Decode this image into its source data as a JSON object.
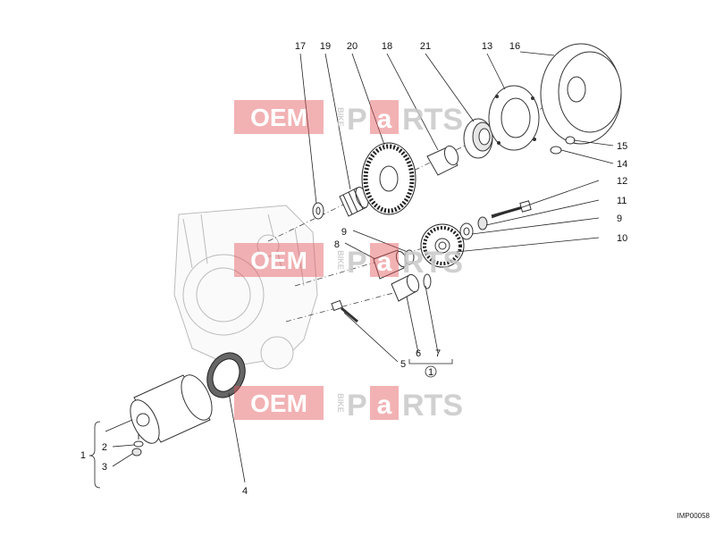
{
  "callouts": {
    "c17": "17",
    "c19": "19",
    "c20": "20",
    "c18": "18",
    "c21": "21",
    "c13": "13",
    "c16": "16",
    "c15": "15",
    "c14": "14",
    "c12": "12",
    "c11": "11",
    "c9a": "9",
    "c10": "10",
    "c9b": "9",
    "c8": "8",
    "c5": "5",
    "c6": "6",
    "c7": "7",
    "c1circ": "1",
    "c1": "1",
    "c2": "2",
    "c3": "3",
    "c4": "4"
  },
  "watermark": {
    "oem": "OEM",
    "bike": "BIKE",
    "parts_p": "P",
    "parts_a": "a",
    "parts_rts": "RTS"
  },
  "drawing_code": "IMP00058",
  "colors": {
    "watermark_red": "#e45a5f",
    "watermark_gray": "#c8c8c8",
    "line": "#222222"
  }
}
